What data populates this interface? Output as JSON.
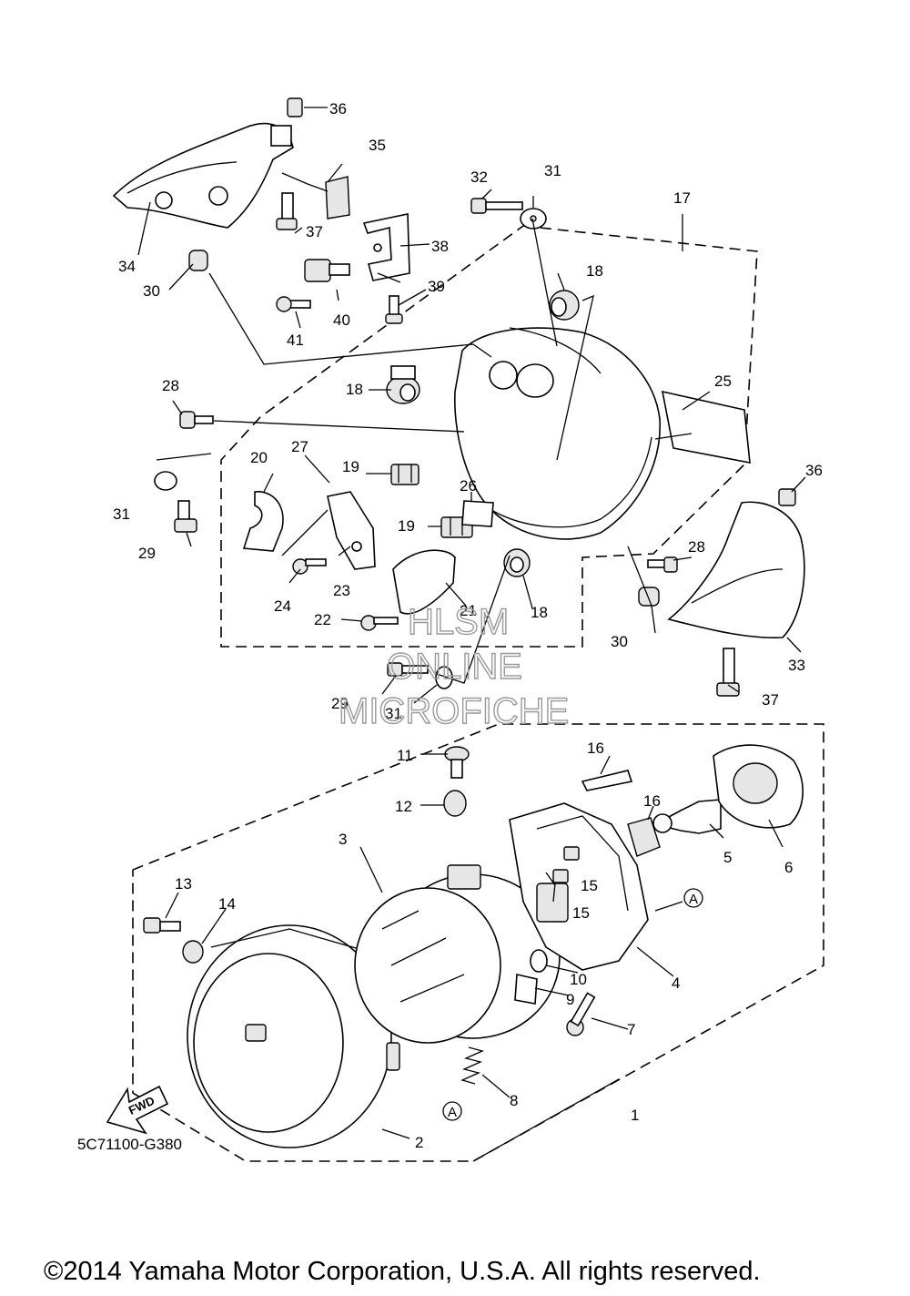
{
  "diagram": {
    "ref_code": "5C71100-G380",
    "fwd_label": "FWD",
    "copyright": "©2014 Yamaha Motor Corporation, U.S.A. All rights reserved.",
    "watermark": [
      "HLSM",
      "ONLINE",
      "MICROFICHE"
    ],
    "callouts": {
      "c36a": "36",
      "c35": "35",
      "c32": "32",
      "c31a": "31",
      "c17": "17",
      "c37a": "37",
      "c34": "34",
      "c38": "38",
      "c30a": "30",
      "c18a": "18",
      "c39": "39",
      "c40": "40",
      "c41": "41",
      "c25": "25",
      "c28a": "28",
      "c18b": "18",
      "c20": "20",
      "c27": "27",
      "c19a": "19",
      "c26": "26",
      "c36b": "36",
      "c31b": "31",
      "c19b": "19",
      "c29a": "29",
      "c28b": "28",
      "c23": "23",
      "c24": "24",
      "c22": "22",
      "c21": "21",
      "c18c": "18",
      "c30b": "30",
      "c33": "33",
      "c29b": "29",
      "c31c": "31",
      "c37b": "37",
      "c11": "11",
      "c16a": "16",
      "c12": "12",
      "c16b": "16",
      "c3": "3",
      "c5": "5",
      "c6": "6",
      "c15a": "15",
      "c13": "13",
      "c14": "14",
      "c15b": "15",
      "cA1": "A",
      "c10": "10",
      "c4": "4",
      "c9": "9",
      "c7": "7",
      "c8": "8",
      "cA2": "A",
      "c1": "1",
      "c2": "2"
    }
  }
}
